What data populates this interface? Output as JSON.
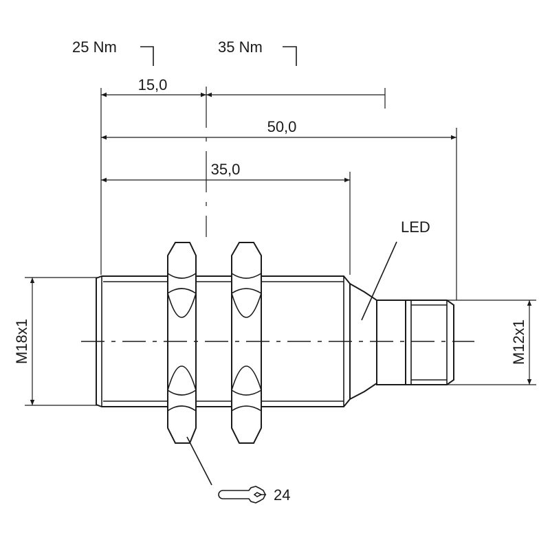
{
  "labels": {
    "torque_left": "25 Nm",
    "torque_right": "35 Nm",
    "dim_15": "15,0",
    "dim_50": "50,0",
    "dim_35": "35,0",
    "led": "LED",
    "thread_main": "M18x1",
    "thread_connector": "M12x1",
    "wrench_size": "24"
  }
}
